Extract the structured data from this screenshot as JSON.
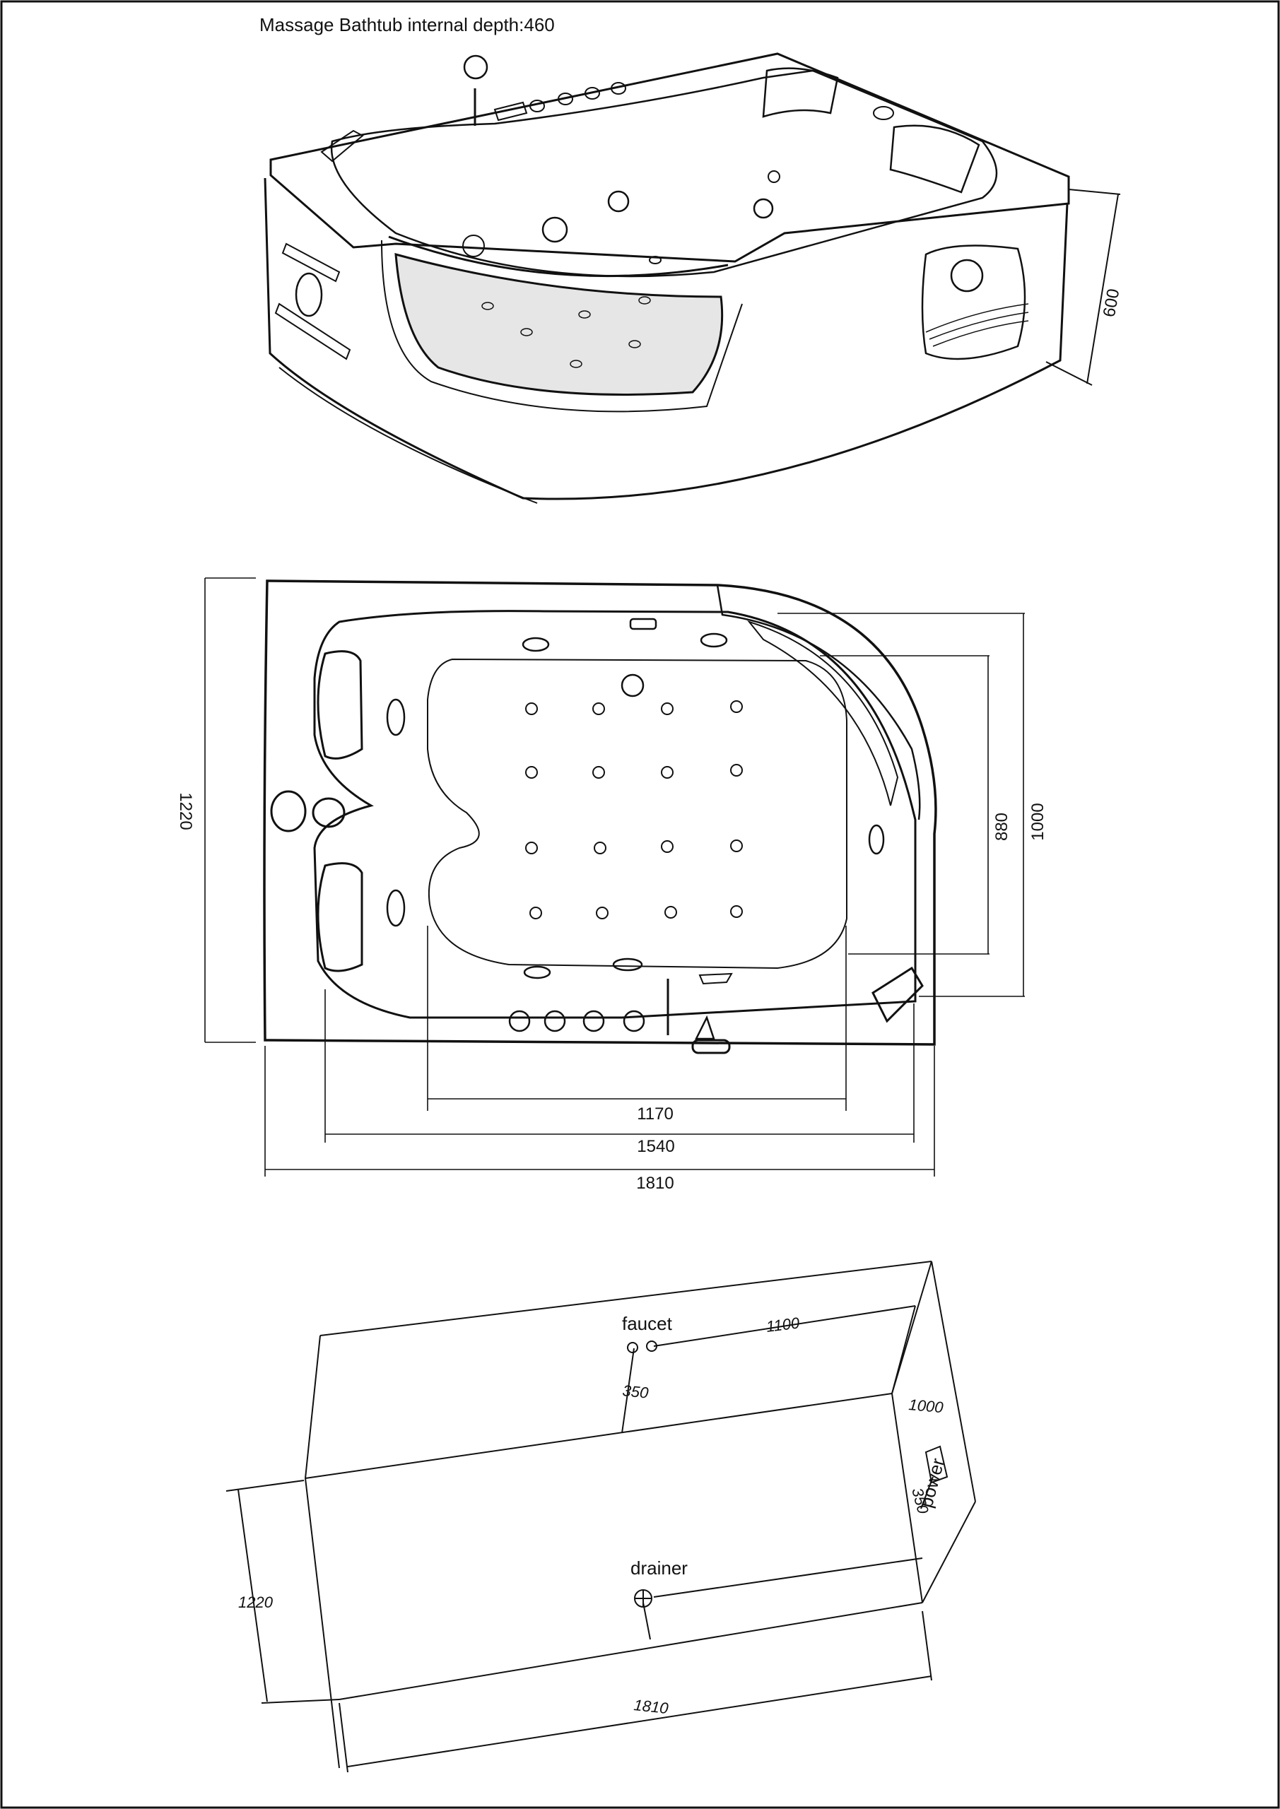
{
  "title": "Massage Bathtub internal depth:460",
  "perspective_view": {
    "height_dim": "600"
  },
  "top_view": {
    "width_overall": "1810",
    "width_1540": "1540",
    "width_1170": "1170",
    "depth_overall": "1220",
    "depth_1000": "1000",
    "depth_880": "880"
  },
  "install_view": {
    "faucet_label": "faucet",
    "faucet_dist": "1100",
    "faucet_height": "350",
    "side_depth": "1000",
    "power_label": "power",
    "power_height": "350",
    "drainer_label": "drainer",
    "floor_depth": "1220",
    "floor_width": "1810"
  },
  "colors": {
    "line": "#111111",
    "window_fill": "#e6e6e6",
    "background": "#ffffff"
  }
}
